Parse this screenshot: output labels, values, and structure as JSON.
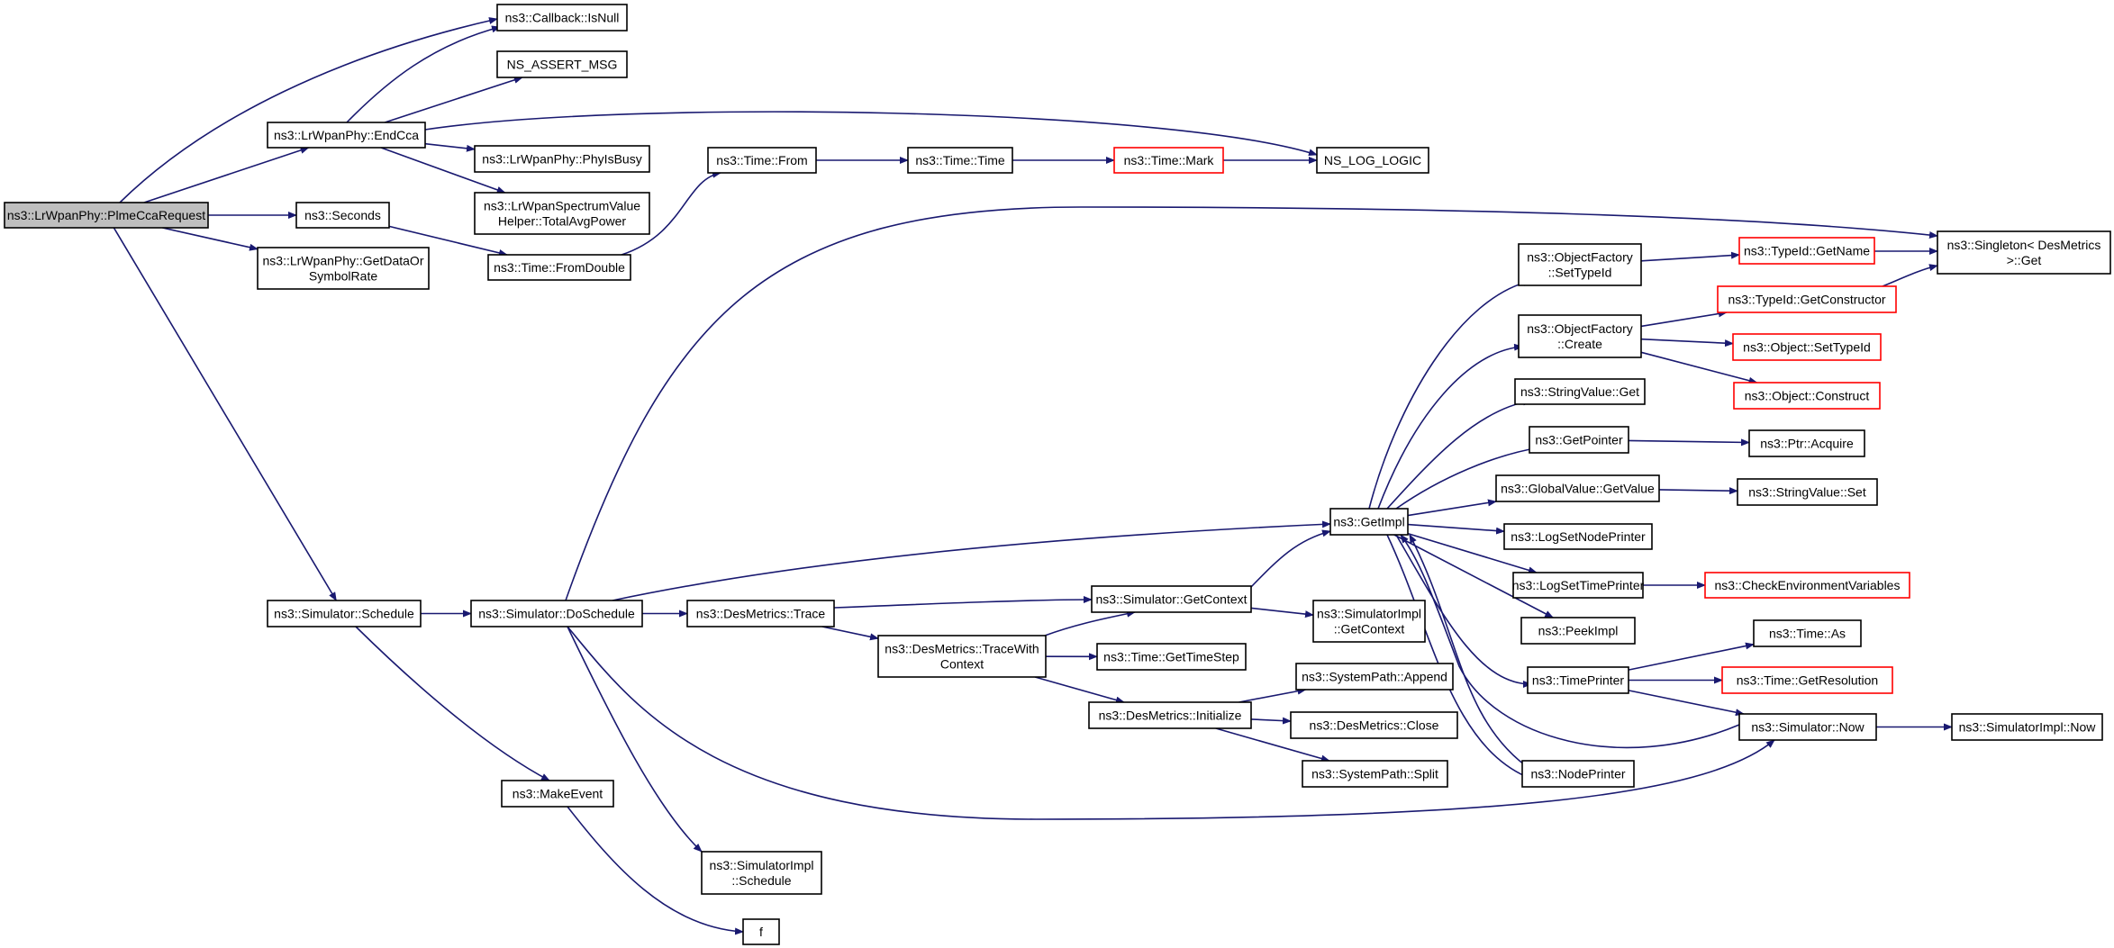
{
  "colors": {
    "edge": "#191970",
    "node_border": "#000000",
    "truncated_border": "#ff0000",
    "root_fill": "#bfbfbf",
    "node_fill": "#ffffff"
  },
  "nodes": [
    {
      "id": "root",
      "lines": [
        "ns3::LrWpanPhy::PlmeCcaRequest"
      ],
      "kind": "root"
    },
    {
      "id": "isnull",
      "lines": [
        "ns3::Callback::IsNull"
      ],
      "kind": "normal"
    },
    {
      "id": "assert",
      "lines": [
        "NS_ASSERT_MSG"
      ],
      "kind": "normal"
    },
    {
      "id": "endcca",
      "lines": [
        "ns3::LrWpanPhy::EndCca"
      ],
      "kind": "normal"
    },
    {
      "id": "physbusy",
      "lines": [
        "ns3::LrWpanPhy::PhyIsBusy"
      ],
      "kind": "normal"
    },
    {
      "id": "totalavg",
      "lines": [
        "ns3::LrWpanSpectrumValue",
        "Helper::TotalAvgPower"
      ],
      "kind": "normal"
    },
    {
      "id": "seconds",
      "lines": [
        "ns3::Seconds"
      ],
      "kind": "normal"
    },
    {
      "id": "getdata",
      "lines": [
        "ns3::LrWpanPhy::GetDataOr",
        "SymbolRate"
      ],
      "kind": "normal"
    },
    {
      "id": "fromdouble",
      "lines": [
        "ns3::Time::FromDouble"
      ],
      "kind": "normal"
    },
    {
      "id": "timefrom",
      "lines": [
        "ns3::Time::From"
      ],
      "kind": "normal"
    },
    {
      "id": "timetime",
      "lines": [
        "ns3::Time::Time"
      ],
      "kind": "normal"
    },
    {
      "id": "timemark",
      "lines": [
        "ns3::Time::Mark"
      ],
      "kind": "truncated"
    },
    {
      "id": "loglogic",
      "lines": [
        "NS_LOG_LOGIC"
      ],
      "kind": "normal"
    },
    {
      "id": "singleton",
      "lines": [
        "ns3::Singleton< DesMetrics",
        ">::Get"
      ],
      "kind": "normal"
    },
    {
      "id": "sched",
      "lines": [
        "ns3::Simulator::Schedule"
      ],
      "kind": "normal"
    },
    {
      "id": "dosched",
      "lines": [
        "ns3::Simulator::DoSchedule"
      ],
      "kind": "normal"
    },
    {
      "id": "trace",
      "lines": [
        "ns3::DesMetrics::Trace"
      ],
      "kind": "normal"
    },
    {
      "id": "tracectx",
      "lines": [
        "ns3::DesMetrics::TraceWith",
        "Context"
      ],
      "kind": "normal"
    },
    {
      "id": "getctx",
      "lines": [
        "ns3::Simulator::GetContext"
      ],
      "kind": "normal"
    },
    {
      "id": "implgetctx",
      "lines": [
        "ns3::SimulatorImpl",
        "::GetContext"
      ],
      "kind": "normal"
    },
    {
      "id": "gettimestep",
      "lines": [
        "ns3::Time::GetTimeStep"
      ],
      "kind": "normal"
    },
    {
      "id": "init",
      "lines": [
        "ns3::DesMetrics::Initialize"
      ],
      "kind": "normal"
    },
    {
      "id": "append",
      "lines": [
        "ns3::SystemPath::Append"
      ],
      "kind": "normal"
    },
    {
      "id": "close",
      "lines": [
        "ns3::DesMetrics::Close"
      ],
      "kind": "normal"
    },
    {
      "id": "split",
      "lines": [
        "ns3::SystemPath::Split"
      ],
      "kind": "normal"
    },
    {
      "id": "getimpl",
      "lines": [
        "ns3::GetImpl"
      ],
      "kind": "normal"
    },
    {
      "id": "settypeid",
      "lines": [
        "ns3::ObjectFactory",
        "::SetTypeId"
      ],
      "kind": "normal"
    },
    {
      "id": "create",
      "lines": [
        "ns3::ObjectFactory",
        "::Create"
      ],
      "kind": "normal"
    },
    {
      "id": "strget",
      "lines": [
        "ns3::StringValue::Get"
      ],
      "kind": "normal"
    },
    {
      "id": "getpointer",
      "lines": [
        "ns3::GetPointer"
      ],
      "kind": "normal"
    },
    {
      "id": "globalget",
      "lines": [
        "ns3::GlobalValue::GetValue"
      ],
      "kind": "normal"
    },
    {
      "id": "lognode",
      "lines": [
        "ns3::LogSetNodePrinter"
      ],
      "kind": "normal"
    },
    {
      "id": "logtime",
      "lines": [
        "ns3::LogSetTimePrinter"
      ],
      "kind": "normal"
    },
    {
      "id": "peekimpl",
      "lines": [
        "ns3::PeekImpl"
      ],
      "kind": "normal"
    },
    {
      "id": "timeprinter",
      "lines": [
        "ns3::TimePrinter"
      ],
      "kind": "normal"
    },
    {
      "id": "nodeprinter",
      "lines": [
        "ns3::NodePrinter"
      ],
      "kind": "normal"
    },
    {
      "id": "getname",
      "lines": [
        "ns3::TypeId::GetName"
      ],
      "kind": "truncated"
    },
    {
      "id": "getconstructor",
      "lines": [
        "ns3::TypeId::GetConstructor"
      ],
      "kind": "truncated"
    },
    {
      "id": "objsettypeid",
      "lines": [
        "ns3::Object::SetTypeId"
      ],
      "kind": "truncated"
    },
    {
      "id": "objconstruct",
      "lines": [
        "ns3::Object::Construct"
      ],
      "kind": "truncated"
    },
    {
      "id": "ptracquire",
      "lines": [
        "ns3::Ptr::Acquire"
      ],
      "kind": "normal"
    },
    {
      "id": "strset",
      "lines": [
        "ns3::StringValue::Set"
      ],
      "kind": "normal"
    },
    {
      "id": "checkenv",
      "lines": [
        "ns3::CheckEnvironmentVariables"
      ],
      "kind": "truncated"
    },
    {
      "id": "timeas",
      "lines": [
        "ns3::Time::As"
      ],
      "kind": "normal"
    },
    {
      "id": "getres",
      "lines": [
        "ns3::Time::GetResolution"
      ],
      "kind": "truncated"
    },
    {
      "id": "simnow",
      "lines": [
        "ns3::Simulator::Now"
      ],
      "kind": "normal"
    },
    {
      "id": "implnow",
      "lines": [
        "ns3::SimulatorImpl::Now"
      ],
      "kind": "normal"
    },
    {
      "id": "makeevent",
      "lines": [
        "ns3::MakeEvent"
      ],
      "kind": "normal"
    },
    {
      "id": "implsched",
      "lines": [
        "ns3::SimulatorImpl",
        "::Schedule"
      ],
      "kind": "normal"
    },
    {
      "id": "f",
      "lines": [
        "f"
      ],
      "kind": "normal"
    }
  ],
  "edges": [
    [
      "root",
      "isnull"
    ],
    [
      "root",
      "endcca"
    ],
    [
      "root",
      "seconds"
    ],
    [
      "root",
      "getdata"
    ],
    [
      "root",
      "sched"
    ],
    [
      "endcca",
      "isnull"
    ],
    [
      "endcca",
      "assert"
    ],
    [
      "endcca",
      "loglogic"
    ],
    [
      "endcca",
      "physbusy"
    ],
    [
      "endcca",
      "totalavg"
    ],
    [
      "seconds",
      "fromdouble"
    ],
    [
      "fromdouble",
      "timefrom"
    ],
    [
      "timefrom",
      "timetime"
    ],
    [
      "timetime",
      "timemark"
    ],
    [
      "timemark",
      "loglogic"
    ],
    [
      "sched",
      "dosched"
    ],
    [
      "sched",
      "makeevent"
    ],
    [
      "dosched",
      "singleton"
    ],
    [
      "dosched",
      "getimpl"
    ],
    [
      "dosched",
      "trace"
    ],
    [
      "dosched",
      "simnow"
    ],
    [
      "dosched",
      "implsched"
    ],
    [
      "trace",
      "getctx"
    ],
    [
      "trace",
      "tracectx"
    ],
    [
      "tracectx",
      "getctx"
    ],
    [
      "tracectx",
      "gettimestep"
    ],
    [
      "tracectx",
      "init"
    ],
    [
      "getctx",
      "getimpl"
    ],
    [
      "getctx",
      "implgetctx"
    ],
    [
      "init",
      "append"
    ],
    [
      "init",
      "close"
    ],
    [
      "init",
      "split"
    ],
    [
      "getimpl",
      "settypeid"
    ],
    [
      "getimpl",
      "create"
    ],
    [
      "getimpl",
      "strget"
    ],
    [
      "getimpl",
      "getpointer"
    ],
    [
      "getimpl",
      "globalget"
    ],
    [
      "getimpl",
      "lognode"
    ],
    [
      "getimpl",
      "logtime"
    ],
    [
      "getimpl",
      "peekimpl"
    ],
    [
      "getimpl",
      "timeprinter"
    ],
    [
      "getimpl",
      "nodeprinter"
    ],
    [
      "settypeid",
      "getname"
    ],
    [
      "getname",
      "singleton"
    ],
    [
      "create",
      "getconstructor"
    ],
    [
      "create",
      "objsettypeid"
    ],
    [
      "create",
      "objconstruct"
    ],
    [
      "getconstructor",
      "singleton"
    ],
    [
      "getpointer",
      "ptracquire"
    ],
    [
      "globalget",
      "strset"
    ],
    [
      "logtime",
      "checkenv"
    ],
    [
      "timeprinter",
      "timeas"
    ],
    [
      "timeprinter",
      "getres"
    ],
    [
      "timeprinter",
      "simnow"
    ],
    [
      "simnow",
      "getimpl"
    ],
    [
      "simnow",
      "implnow"
    ],
    [
      "nodeprinter",
      "getimpl"
    ],
    [
      "makeevent",
      "f"
    ]
  ]
}
